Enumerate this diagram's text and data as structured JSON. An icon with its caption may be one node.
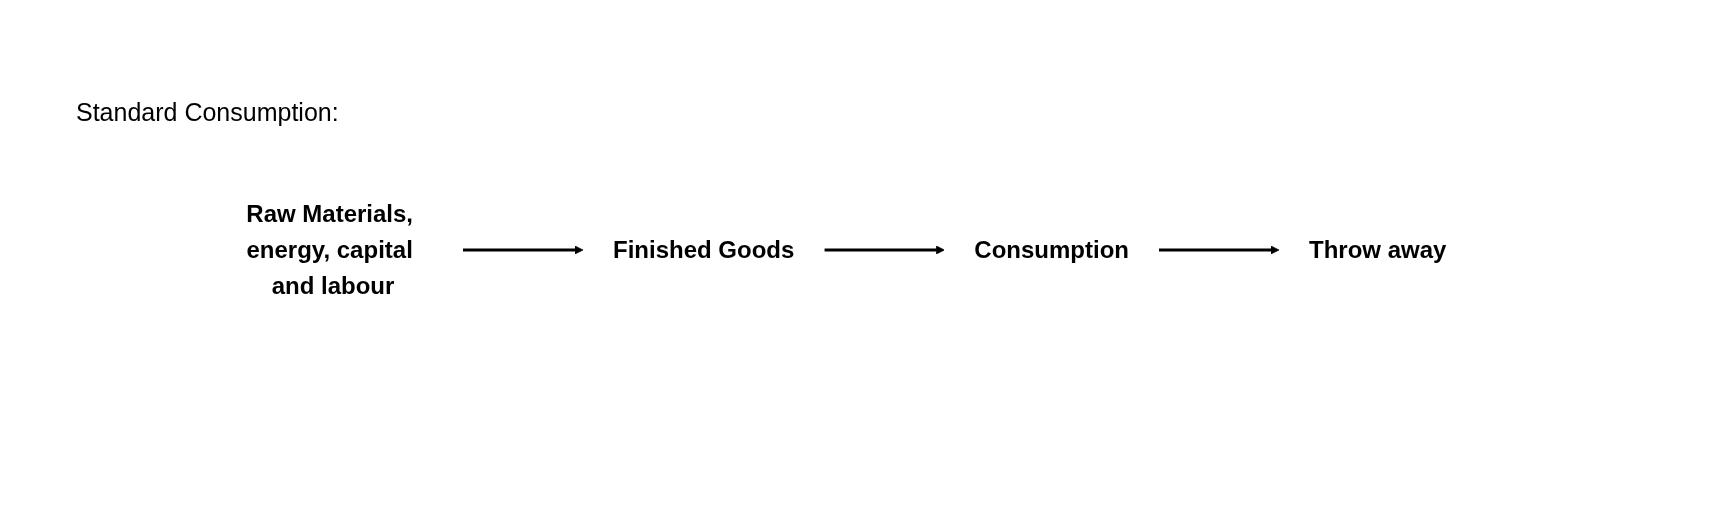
{
  "diagram": {
    "title": "Standard Consumption:",
    "nodes": [
      {
        "text": [
          "Raw Materials, energy, capital and labour"
        ]
      },
      {
        "text": [
          "Finished Goods"
        ]
      },
      {
        "text": [
          "Consumption"
        ]
      },
      {
        "text": [
          "Throw away"
        ]
      }
    ],
    "edges": [
      {
        "from": 0,
        "to": 1,
        "arrow": "to"
      },
      {
        "from": 1,
        "to": 2,
        "arrow": "to"
      },
      {
        "from": 2,
        "to": 3,
        "arrow": "to"
      }
    ]
  }
}
